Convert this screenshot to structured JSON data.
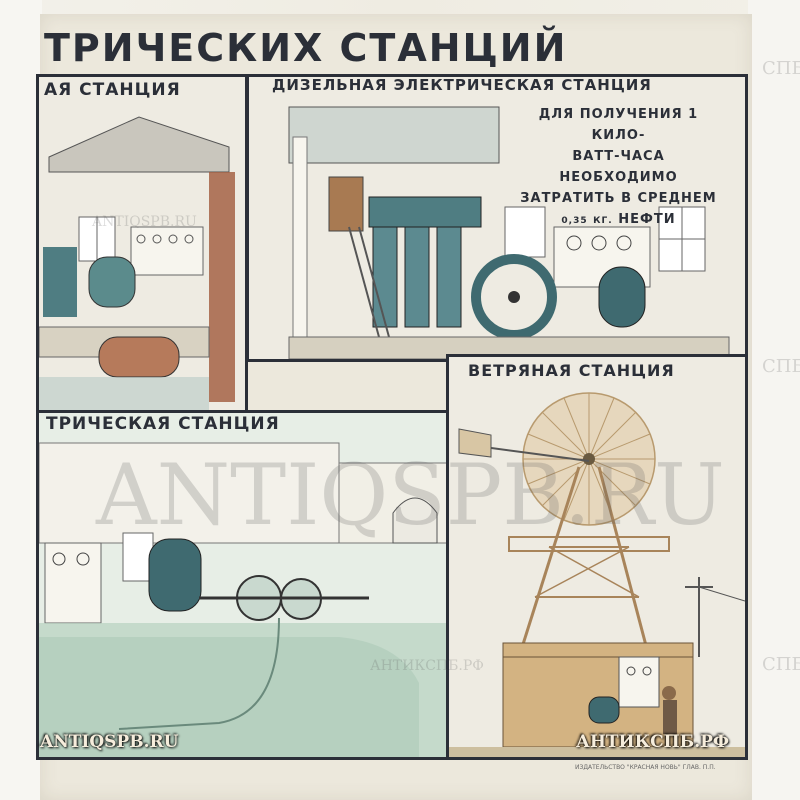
{
  "poster": {
    "title": "ТРИЧЕСКИХ СТАНЦИЙ",
    "panel_top_left_title": "АЯ СТАНЦИЯ",
    "diesel": {
      "title": "ДИЗЕЛЬНАЯ ЭЛЕКТРИЧЕСКАЯ СТАНЦИЯ",
      "note_lines": [
        "ДЛЯ ПОЛУЧЕНИЯ 1 КИЛО-",
        "ВАТТ-ЧАСА НЕОБХОДИМО",
        "ЗАТРАТИТЬ В СРЕДНЕМ"
      ],
      "note_amount": "0,35",
      "note_unit": "КГ.",
      "note_fuel": "НЕФТИ"
    },
    "hydro_title": "ТРИЧЕСКАЯ СТАНЦИЯ",
    "wind_title": "ВЕТРЯНАЯ СТАНЦИЯ",
    "publisher": "ИЗДАТЕЛЬСТВО \"КРАСНАЯ НОВЬ\" ГЛАВ. П.П."
  },
  "watermarks": {
    "main": "ANTIQSPB.RU",
    "small_latin": "ANTIQSPB.RU",
    "small_cyrillic": "АНТИКСПБ.РФ",
    "side": "СПБ",
    "corner_left": "ANTIQSPB.RU",
    "corner_right": "АНТИКСПБ.РФ"
  },
  "colors": {
    "ink": "#2b2f38",
    "paper": "#ece8dc",
    "machine_teal": "#4f7d82",
    "water_green": "#b9d3c2",
    "wood": "#c8a576",
    "brick": "#a05a3c"
  }
}
